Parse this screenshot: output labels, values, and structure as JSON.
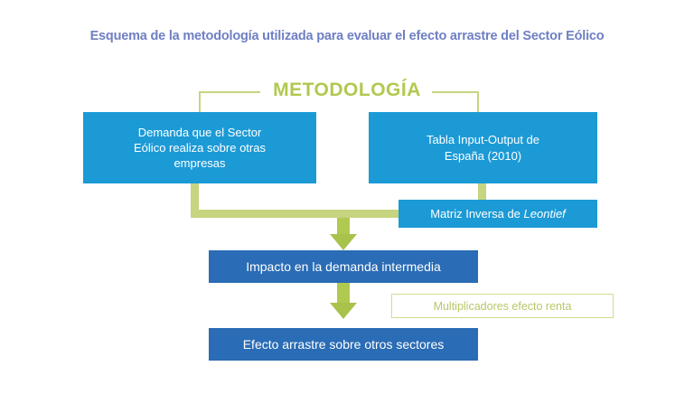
{
  "title": "Esquema de la metodología utilizada para evaluar el efecto arrastre del Sector Eólico",
  "section": {
    "heading": "METODOLOGÍA"
  },
  "nodes": {
    "demanda": {
      "line1": "Demanda que el Sector",
      "line2": "Eólico realiza sobre otras",
      "line3": "empresas"
    },
    "tabla_io": {
      "line1": "Tabla Input-Output de",
      "line2": "España (2010)"
    },
    "matriz": {
      "prefix": "Matriz Inversa de ",
      "emphasis": "Leontief"
    },
    "impacto": {
      "label": "Impacto en la demanda intermedia"
    },
    "multiplicadores": {
      "label": "Multiplicadores efecto renta"
    },
    "efecto": {
      "label": "Efecto arrastre sobre otros sectores"
    }
  },
  "colors": {
    "title_text": "#6f7fc4",
    "box_light_blue": "#1c9ad6",
    "box_dark_blue": "#2a6cb5",
    "green_accent": "#b0c94f",
    "green_pale": "#c7d480",
    "arrow_green": "#a8c24c",
    "background": "#ffffff"
  }
}
